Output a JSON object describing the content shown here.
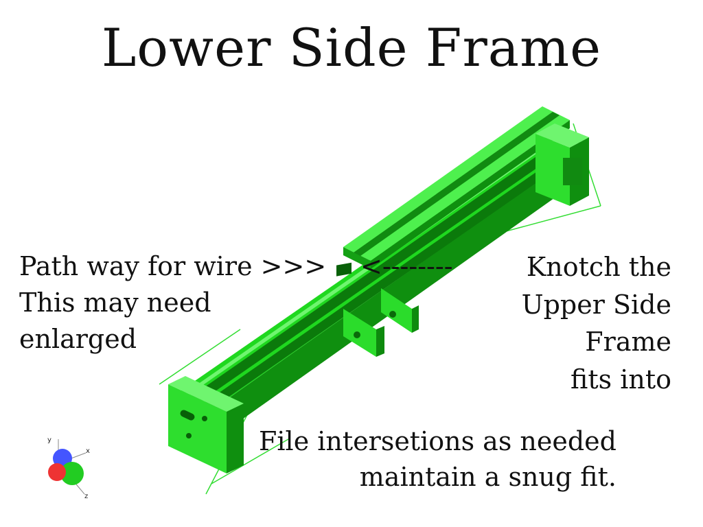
{
  "title": "Lower Side Frame",
  "annotations": {
    "pathway": [
      "Path way for wire >>>",
      "This may need",
      "enlarged"
    ],
    "notch_arrow": "<--------",
    "knotch": [
      "Knotch the",
      "Upper Side",
      "Frame",
      "fits into"
    ],
    "file": [
      "File intersetions as needed",
      "maintain a snug fit."
    ]
  },
  "axes": {
    "x": "x",
    "y": "y",
    "z": "z"
  },
  "colors": {
    "part_green": "#22dd22",
    "part_dark": "#0e8a0e",
    "part_light": "#6ff56f",
    "text": "#111111",
    "axis_red": "#ee3333",
    "axis_green": "#22cc22",
    "axis_blue": "#4455ff"
  }
}
